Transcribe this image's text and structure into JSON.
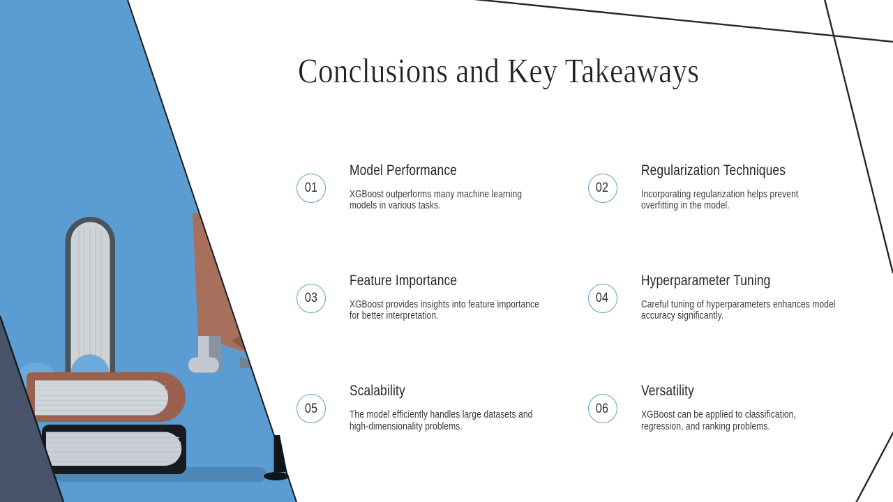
{
  "slide": {
    "title": "Conclusions and Key Takeaways",
    "items": [
      {
        "number": "01",
        "title": "Model Performance",
        "description": "XGBoost outperforms many machine learning\nmodels in various tasks."
      },
      {
        "number": "02",
        "title": "Regularization Techniques",
        "description": "Incorporating regularization helps prevent\noverfitting in the model."
      },
      {
        "number": "03",
        "title": "Feature Importance",
        "description": "XGBoost provides insights into feature importance\nfor better interpretation."
      },
      {
        "number": "04",
        "title": "Hyperparameter Tuning",
        "description": "Careful tuning of hyperparameters enhances model\naccuracy significantly."
      },
      {
        "number": "05",
        "title": "Scalability",
        "description": "The model efficiently handles large datasets and\nhigh-dimensionality problems."
      },
      {
        "number": "06",
        "title": "Versatility",
        "description": "XGBoost can be applied to classification,\nregression, and ranking problems."
      }
    ],
    "colors": {
      "background": "#ffffff",
      "accent_blue": "#5b9cd3",
      "accent_blue_light": "#69abdf",
      "floor_shadow_blue": "#4e86b5",
      "navy_panel": "#49536a",
      "outline_dark": "#171b20",
      "diagonal_line": "#23272b",
      "book_dark": "#49535e",
      "book_pages": "#ced3d8",
      "book_pages_line": "#c0c7cd",
      "book_brown": "#9a614e",
      "book_black": "#171b21",
      "drape_brown": "#a6705c",
      "drape_fold": "#8d5a4b",
      "leg_gray": "#c3c9ce",
      "leg_gray_dark": "#89939d",
      "title_text": "#1d2126",
      "item_title_text": "#22262b",
      "body_text": "#33383d",
      "number_text": "#272e35",
      "circle_stroke": "#5c9fc6"
    }
  }
}
